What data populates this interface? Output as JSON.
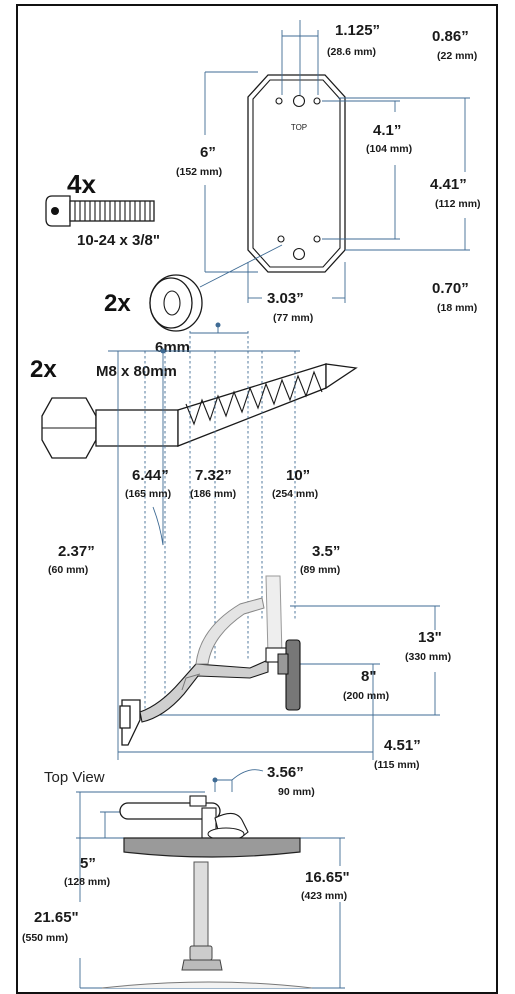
{
  "plate": {
    "w_in": "1.125”",
    "w_mm": "(28.6 mm)",
    "h_in": "6”",
    "h_mm": "(152 mm)",
    "hole_in": "4.1”",
    "hole_mm": "(104 mm)",
    "inner_in": "4.41”",
    "inner_mm": "(112 mm)",
    "top_in": "0.86”",
    "top_mm": "(22 mm)",
    "bot_in": "0.70”",
    "bot_mm": "(18 mm)",
    "width_in": "3.03”",
    "width_mm": "(77 mm)",
    "top_label": "TOP"
  },
  "hardware": {
    "screw_qty": "4x",
    "screw_size": "10-24 x 3/8\"",
    "washer_qty": "2x",
    "washer_size": "6mm",
    "lag_qty": "2x",
    "lag_size": "M8 x 80mm"
  },
  "side": {
    "d1_in": "6.44”",
    "d1_mm": "(165 mm)",
    "d2_in": "7.32”",
    "d2_mm": "(186 mm)",
    "d3_in": "10”",
    "d3_mm": "(254 mm)",
    "d4_in": "2.37”",
    "d4_mm": "(60 mm)",
    "d5_in": "3.5”",
    "d5_mm": "(89 mm)",
    "d6_in": "13\"",
    "d6_mm": "(330 mm)",
    "d7_in": "8\"",
    "d7_mm": "(200 mm)",
    "d8_in": "4.51”",
    "d8_mm": "(115 mm)"
  },
  "top": {
    "title": "Top View",
    "d1_in": "3.56”",
    "d1_mm": "90 mm)",
    "d2_in": "5”",
    "d2_mm": "(128 mm)",
    "d3_in": "16.65\"",
    "d3_mm": "(423 mm)",
    "d4_in": "21.65\"",
    "d4_mm": "(550 mm)"
  }
}
